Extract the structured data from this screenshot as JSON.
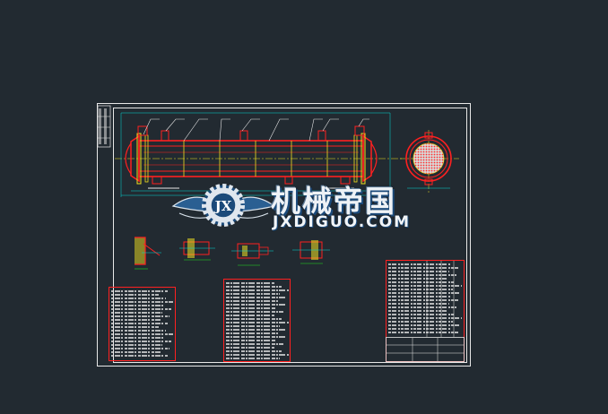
{
  "watermark": {
    "title": "机械帝国",
    "site": "JXDIGUO.COM",
    "logo_monogram": "JX"
  },
  "colors": {
    "background": "#222a31",
    "frame": "#e8e8e8",
    "cad_red": "#ff2020",
    "cad_yellow": "#f0e020",
    "cad_cyan": "#00d8d8",
    "cad_green": "#20e020",
    "logo_blue": "#1b4a7a"
  }
}
